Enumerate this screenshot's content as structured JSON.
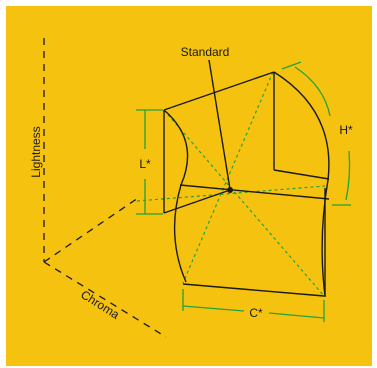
{
  "figure": {
    "background_color": "#f5c20f",
    "line_color": "#1a1a1a",
    "accent_color": "#22a33a",
    "labels": {
      "standard": "Standard",
      "lightness_axis": "Lightness",
      "chroma_axis": "Chroma",
      "l_star": "L*",
      "c_star": "C*",
      "h_star": "H*"
    }
  }
}
